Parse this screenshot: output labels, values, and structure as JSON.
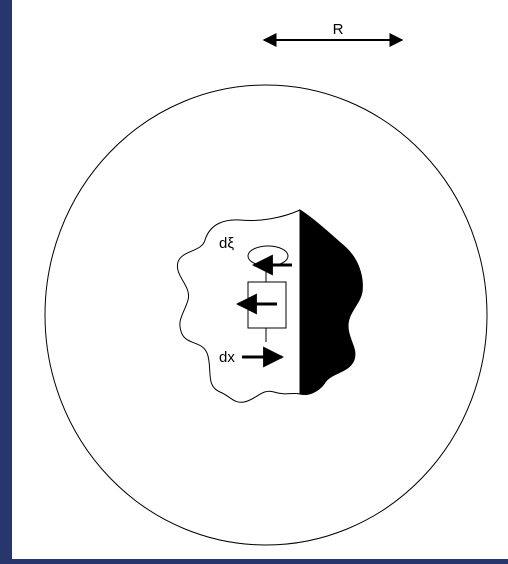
{
  "diagram": {
    "labels": {
      "radius": "R",
      "rotation": "dξ",
      "displacement": "dx"
    },
    "colors": {
      "border": "#27376e",
      "background": "#ffffff",
      "ink": "#000000"
    }
  }
}
